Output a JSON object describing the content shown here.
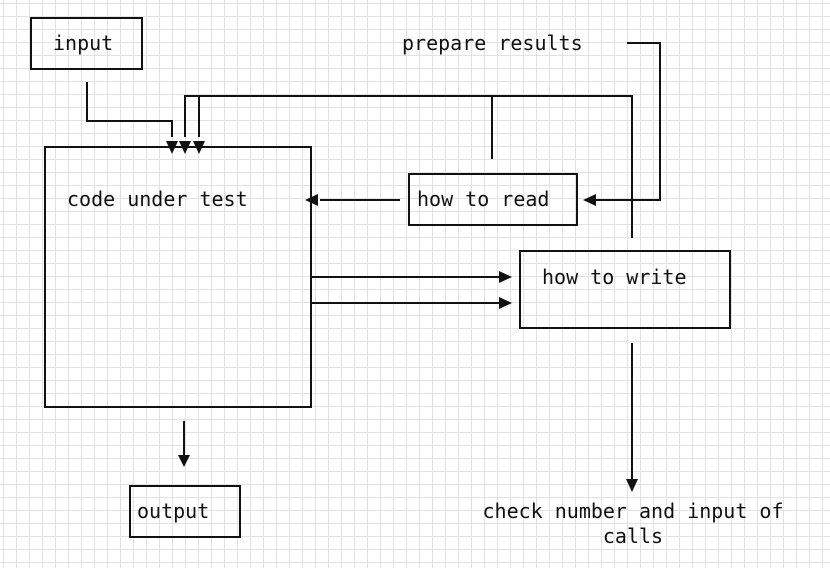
{
  "nodes": {
    "input": "input",
    "prepare_results": "prepare results",
    "code_under_test": "code under test",
    "how_to_read": "how to read",
    "how_to_write": "how to write",
    "output": "output",
    "check_line1": "check number and input of",
    "check_line2": "calls"
  },
  "colors": {
    "ink": "#111111",
    "grid": "#e2e2e2",
    "background": "#ffffff"
  }
}
